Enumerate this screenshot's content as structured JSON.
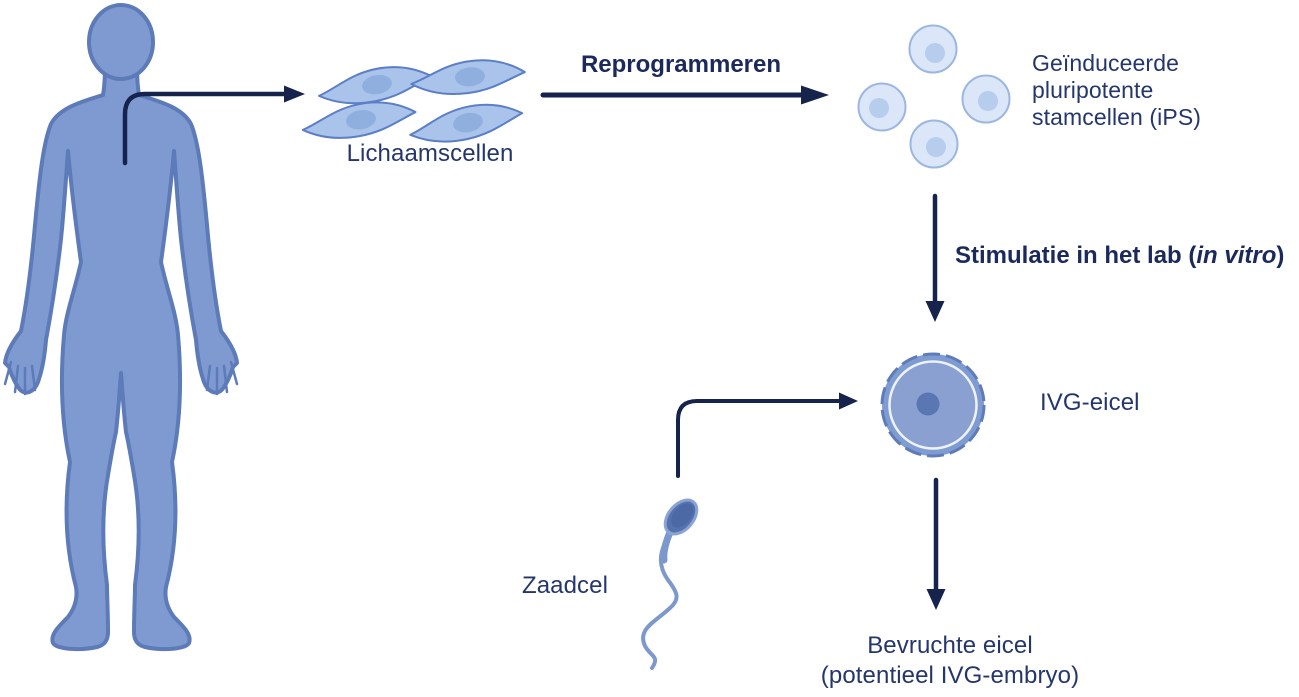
{
  "labels": {
    "body_cells": "Lichaamscellen",
    "reprogram_step": "Reprogrammeren",
    "ips_line1": "Geïnduceerde",
    "ips_line2": "pluripotente",
    "ips_line3": "stamcellen (iPS)",
    "stimulation_prefix": "Stimulatie in het lab (",
    "stimulation_italic": "in vitro",
    "stimulation_suffix": ")",
    "ivg_egg": "IVG-eicel",
    "sperm_cell": "Zaadcel",
    "fertilized_line1": "Bevruchte eicel",
    "fertilized_line2": "(potentieel IVG-embryo)"
  },
  "flow_sequence": [
    "Lichaamscellen",
    "Reprogrammeren",
    "Geïnduceerde pluripotente stamcellen (iPS)",
    "Stimulatie in het lab (in vitro)",
    "IVG-eicel",
    "Zaadcel",
    "Bevruchte eicel (potentieel IVG-embryo)"
  ],
  "illustrations": [
    {
      "name": "human-figure-illustration",
      "depicts": "standing human body silhouette"
    },
    {
      "name": "body-cells-illustration",
      "depicts": "four spindle-shaped somatic cells"
    },
    {
      "name": "stem-cells-illustration",
      "depicts": "four round induced pluripotent stem cells"
    },
    {
      "name": "egg-cell-illustration",
      "depicts": "large round IVG egg cell with nucleus"
    },
    {
      "name": "sperm-cell-illustration",
      "depicts": "sperm cell with wavy tail"
    }
  ],
  "colors": {
    "background": "#ffffff",
    "figure_fill": "#7e9ad0",
    "figure_outline": "#5d7ab9",
    "arrow": "#15234d",
    "text_regular": "#24366c",
    "text_bold": "#1b2a5a",
    "body_cell_fill": "#a9c3ea",
    "body_cell_outline": "#5b7ec6",
    "body_cell_nucleus": "#8fafdf",
    "stem_cell_fill": "#dbe7f8",
    "stem_cell_outline": "#9cb6e2",
    "stem_cell_nucleus": "#b7cdee",
    "egg_outer": "#7e9bd2",
    "egg_inner": "#8aa0d0",
    "egg_ring": "#edf2fb",
    "egg_nucleus": "#5a76b3",
    "sperm_head": "#5572ae",
    "sperm_tail": "#7d98cc"
  }
}
